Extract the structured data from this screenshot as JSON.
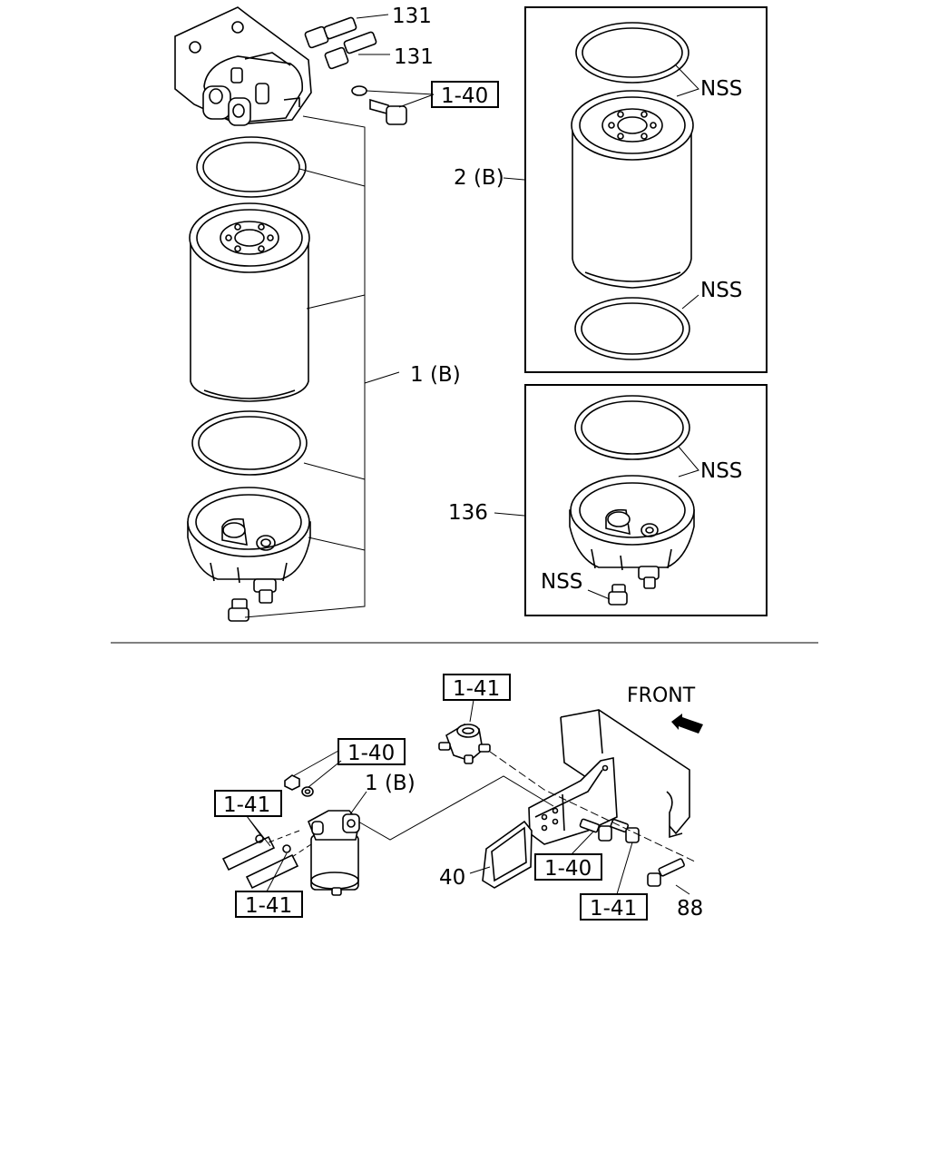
{
  "labels": {
    "part_131_a": "131",
    "part_131_b": "131",
    "ref_1_40_top": "1-40",
    "nss_1": "NSS",
    "part_2b": "2 (B)",
    "nss_2": "NSS",
    "part_1b": "1 (B)",
    "nss_3": "NSS",
    "part_136": "136",
    "nss_4": "NSS",
    "ref_1_41_top": "1-41",
    "front": "FRONT",
    "ref_1_40_mid": "1-40",
    "part_1b_small": "1 (B)",
    "ref_1_41_left_a": "1-41",
    "ref_1_41_left_b": "1-41",
    "part_40": "40",
    "ref_1_40_bottom": "1-40",
    "ref_1_41_bottom": "1-41",
    "part_88": "88"
  }
}
